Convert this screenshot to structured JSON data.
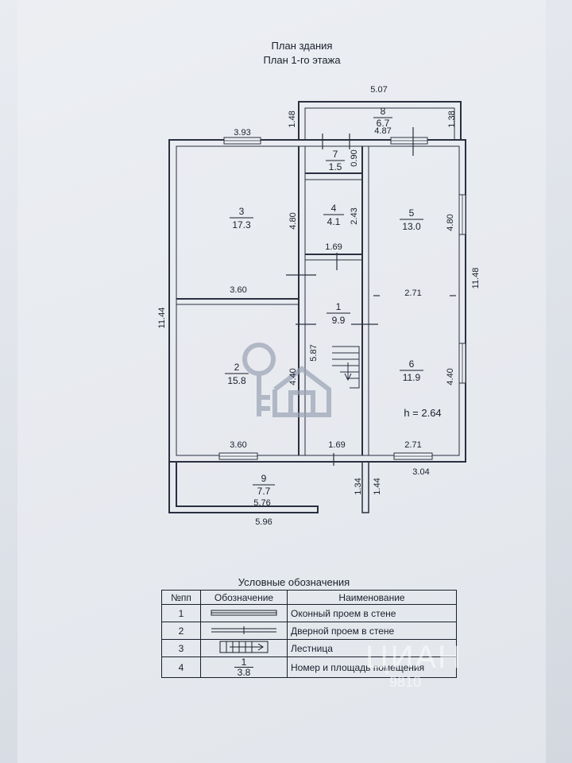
{
  "title": "План здания",
  "subtitle": "План 1-го этажа",
  "rooms": [
    {
      "num": "3",
      "area": "17.3"
    },
    {
      "num": "2",
      "area": "15.8"
    },
    {
      "num": "1",
      "area": "9.9"
    },
    {
      "num": "4",
      "area": "4.1"
    },
    {
      "num": "5",
      "area": "13.0"
    },
    {
      "num": "6",
      "area": "11.9"
    },
    {
      "num": "7",
      "area": "1.5"
    },
    {
      "num": "8",
      "area": "6.7"
    },
    {
      "num": "9",
      "area": "7.7"
    }
  ],
  "dims": {
    "d0": "3.93",
    "d1": "5.07",
    "d2": "4.87",
    "d3": "3.60",
    "d4": "1.69",
    "d5": "2.71",
    "d6": "3.60",
    "d7": "1.69",
    "d8": "2.71",
    "d9": "3.04",
    "d10": "5.76",
    "d11": "5.96",
    "height": "h = 2.64",
    "v0": "1.48",
    "v1": "1.38",
    "v2": "0.90",
    "v3": "4.80",
    "v4": "2.43",
    "v5": "4.80",
    "v6": "11.48",
    "v7": "11.44",
    "v8": "5.87",
    "v9": "4.40",
    "v10": "4.40",
    "v11": "1.34",
    "v12": "1.44"
  },
  "legend": {
    "title": "Условные обозначения",
    "headers": [
      "№пп",
      "Обозначение",
      "Наименование"
    ],
    "rows": [
      {
        "n": "1",
        "name": "Оконный проем в стене"
      },
      {
        "n": "2",
        "name": "Дверной проем в стене"
      },
      {
        "n": "3",
        "name": "Лестница"
      },
      {
        "n": "4",
        "name": "Номер и площадь помещения"
      }
    ],
    "sample_num": "1",
    "sample_area": "3.8"
  },
  "watermark": {
    "brand": "ЦИАН",
    "id": "9810"
  }
}
